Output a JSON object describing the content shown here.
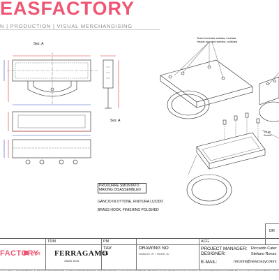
{
  "brand": {
    "logo_text": "EASFACTORY",
    "tagline": "N | PRODUCTION | VISUAL MERCHANDISING"
  },
  "drawing": {
    "section_label_top": "Sez. A",
    "section_label_side": "Sez. A",
    "callout_top": "Testa bombata saldata, lucidata\nHeads rounded welded, polished",
    "callout_right": "Vit pe\nScrew",
    "note_box_line1": "PRODURRE SMONTATO",
    "note_box_line2": "MAKING DISASSEMBLED",
    "note_material_it": "GANCIO IN OTTONE, FINITURA LUCIDO",
    "note_material_en": "BRASS HOOK, FINISHING POLISHED"
  },
  "title_block": {
    "dr_label": "DR",
    "tdm_label": "TDM",
    "pm_label": "PM",
    "acg_label": "ACG",
    "footer_logo": "FACTORY",
    "for_label": "FOR",
    "client_logo": "FERRAGAMO",
    "client_sub": "XMAS 2016",
    "tav_label": "TAV:",
    "tav_value": "25",
    "drawing_no_label": "DRAWING NO",
    "drawing_no_value": "GANCIO \"A\" / HOOK \"A\"",
    "pm_role_label": "PROJECT MANAGER:",
    "designer_label": "DESIGNER:",
    "email_label": "E-MAIL:",
    "pm_name": "Riccardo Cater",
    "designer_name": "Stefano Ronzo",
    "email_value": "ronzoni@newcrazycolors",
    "legal_strip": "TUTTI I DIRITTI SONO RISERVATI. E' VIETATA LA RIPRODUZIONE TOTALE O PARZIALE SENZA AUTORIZZAZIONE SCRITTA. ALL RIGHTS RESERVED. REPRODUCTION IN WHOLE OR IN PART WITHOUT WRITTEN PERMISSION IS PROHIBITED. TUTTI I DIRITTI SONO RISERVATI. ALL RIGHTS RESERVED."
  },
  "colors": {
    "brand_pink": "#ef5673",
    "dimension_red": "#e03030",
    "dimension_blue": "#3050c0"
  }
}
